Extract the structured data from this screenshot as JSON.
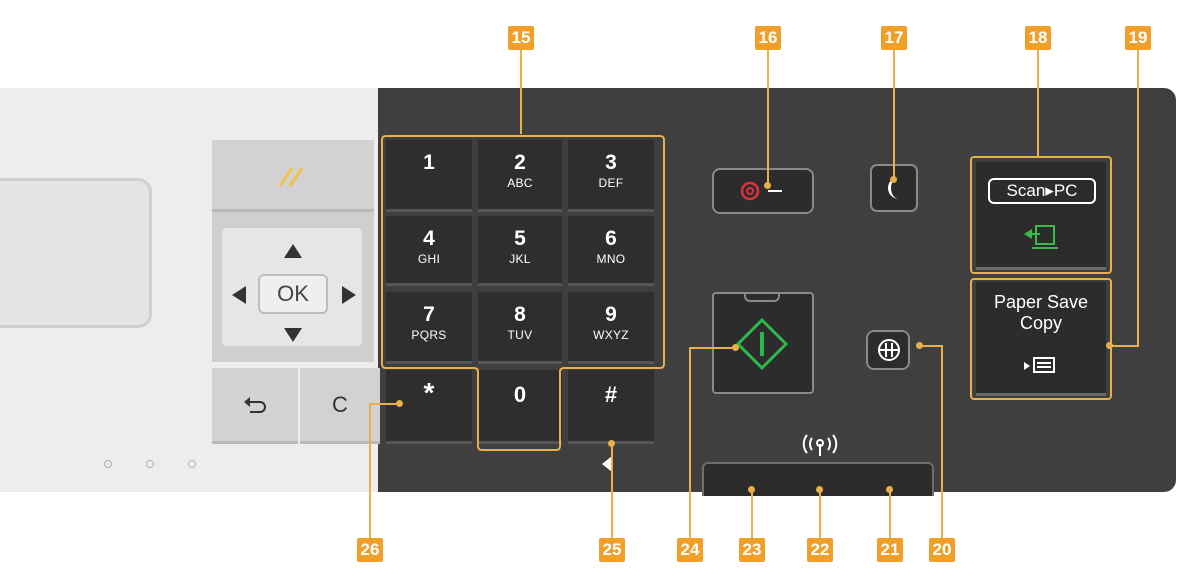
{
  "keypad": {
    "keys": [
      {
        "num": "1",
        "letters": ""
      },
      {
        "num": "2",
        "letters": "ABC"
      },
      {
        "num": "3",
        "letters": "DEF"
      },
      {
        "num": "4",
        "letters": "GHI"
      },
      {
        "num": "5",
        "letters": "JKL"
      },
      {
        "num": "6",
        "letters": "MNO"
      },
      {
        "num": "7",
        "letters": "PQRS"
      },
      {
        "num": "8",
        "letters": "TUV"
      },
      {
        "num": "9",
        "letters": "WXYZ"
      },
      {
        "num": "*",
        "letters": ""
      },
      {
        "num": "0",
        "letters": ""
      },
      {
        "num": "#",
        "letters": ""
      }
    ]
  },
  "nav": {
    "ok_label": "OK",
    "clear_label": "C"
  },
  "scan_button": {
    "label": "Scan▸PC"
  },
  "paper_save_button": {
    "line1": "Paper Save",
    "line2": "Copy"
  },
  "callouts": [
    "15",
    "16",
    "17",
    "18",
    "19",
    "20",
    "21",
    "22",
    "23",
    "24",
    "25",
    "26"
  ],
  "colors": {
    "callout": "#f0a028",
    "start_green": "#2fb84a",
    "stop_red": "#e0323c",
    "scan_green": "#3cb84a"
  },
  "icons": [
    "reset-icon",
    "up-arrow-icon",
    "down-arrow-icon",
    "left-arrow-icon",
    "right-arrow-icon",
    "back-icon",
    "stop-icon",
    "sleep-icon",
    "start-icon",
    "id-copy-icon",
    "wifi-icon",
    "scan-to-pc-icon",
    "paper-save-icon"
  ]
}
